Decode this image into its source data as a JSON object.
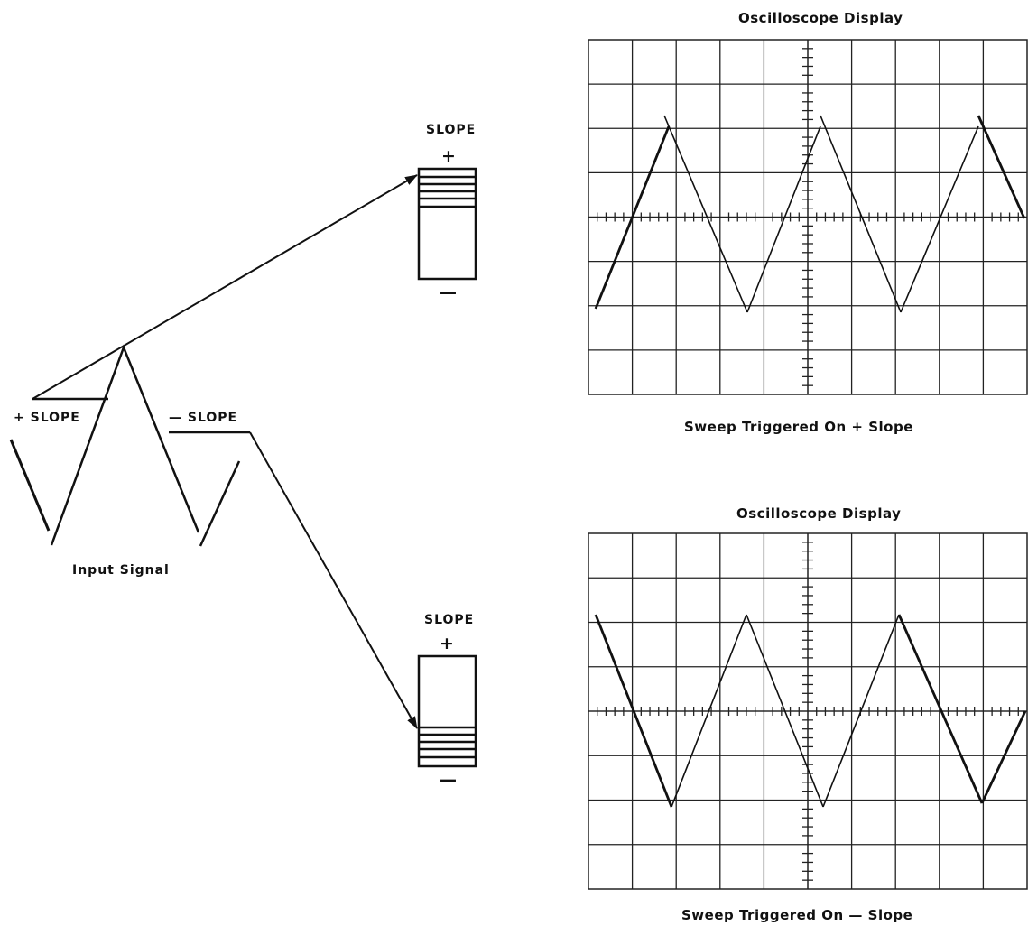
{
  "diagram": {
    "input_signal_label": "Input Signal",
    "plus_slope_label": "+  SLOPE",
    "minus_slope_label": "—  SLOPE",
    "switch_top": {
      "title": "SLOPE",
      "plus": "+",
      "minus": "—",
      "selected": "+"
    },
    "switch_bottom": {
      "title": "SLOPE",
      "plus": "+",
      "minus": "—",
      "selected": "—"
    },
    "scope_top": {
      "title": "Oscilloscope Display",
      "caption": "Sweep Triggered On  +  Slope"
    },
    "scope_bottom": {
      "title": "Oscilloscope Display",
      "caption": "Sweep Triggered On  —  Slope"
    }
  }
}
